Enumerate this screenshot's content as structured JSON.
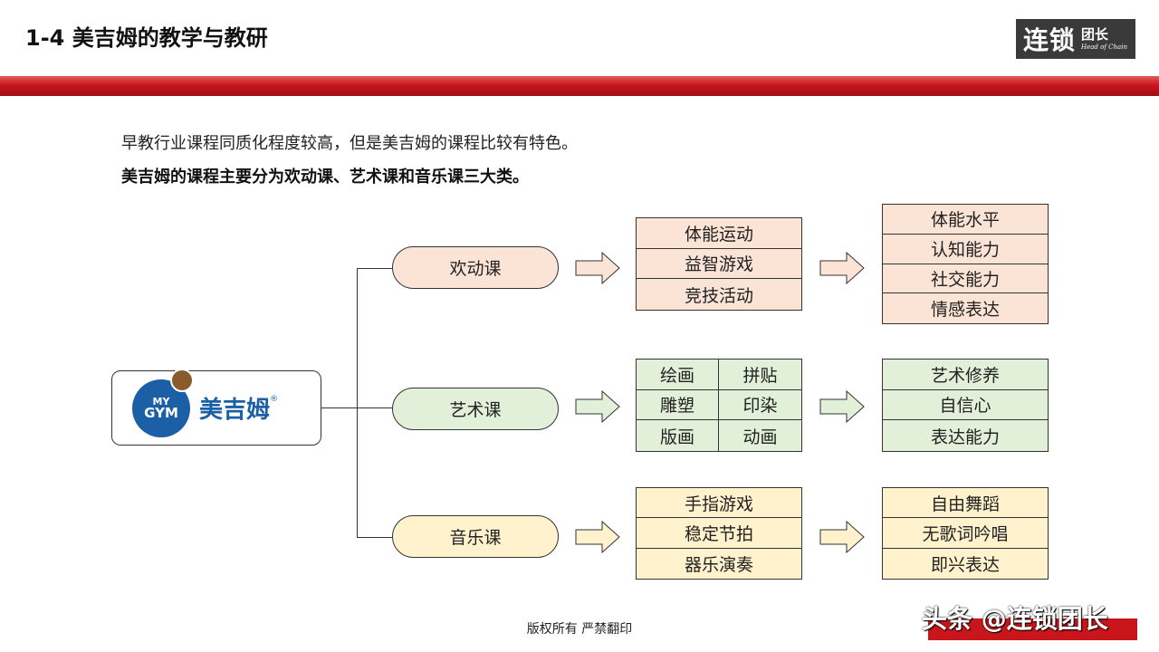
{
  "page": {
    "title": "1-4 美吉姆的教学与教研",
    "brand": {
      "main": "连锁",
      "side": "团长",
      "sub": "Head of Chain"
    },
    "intro_line1": "早教行业课程同质化程度较高，但是美吉姆的课程比较有特色。",
    "intro_line2": "美吉姆的课程主要分为欢动课、艺术课和音乐课三大类。",
    "footer": "版权所有  严禁翻印",
    "watermark": "头条 @连锁团长"
  },
  "logo": {
    "top": "MY",
    "bottom": "GYM",
    "text": "美吉姆",
    "reg": "®"
  },
  "courses": [
    {
      "name": "欢动课",
      "color": "#fbe3d6",
      "contents": [
        "体能运动",
        "益智游戏",
        "竞技活动"
      ],
      "outcomes": [
        "体能水平",
        "认知能力",
        "社交能力",
        "情感表达"
      ]
    },
    {
      "name": "艺术课",
      "color": "#e2f0d9",
      "contents": [
        "绘画",
        "拼贴",
        "雕塑",
        "印染",
        "版画",
        "动画"
      ],
      "outcomes": [
        "艺术修养",
        "自信心",
        "表达能力"
      ]
    },
    {
      "name": "音乐课",
      "color": "#fff2cc",
      "contents": [
        "手指游戏",
        "稳定节拍",
        "器乐演奏"
      ],
      "outcomes": [
        "自由舞蹈",
        "无歌词吟唱",
        "即兴表达"
      ]
    }
  ]
}
